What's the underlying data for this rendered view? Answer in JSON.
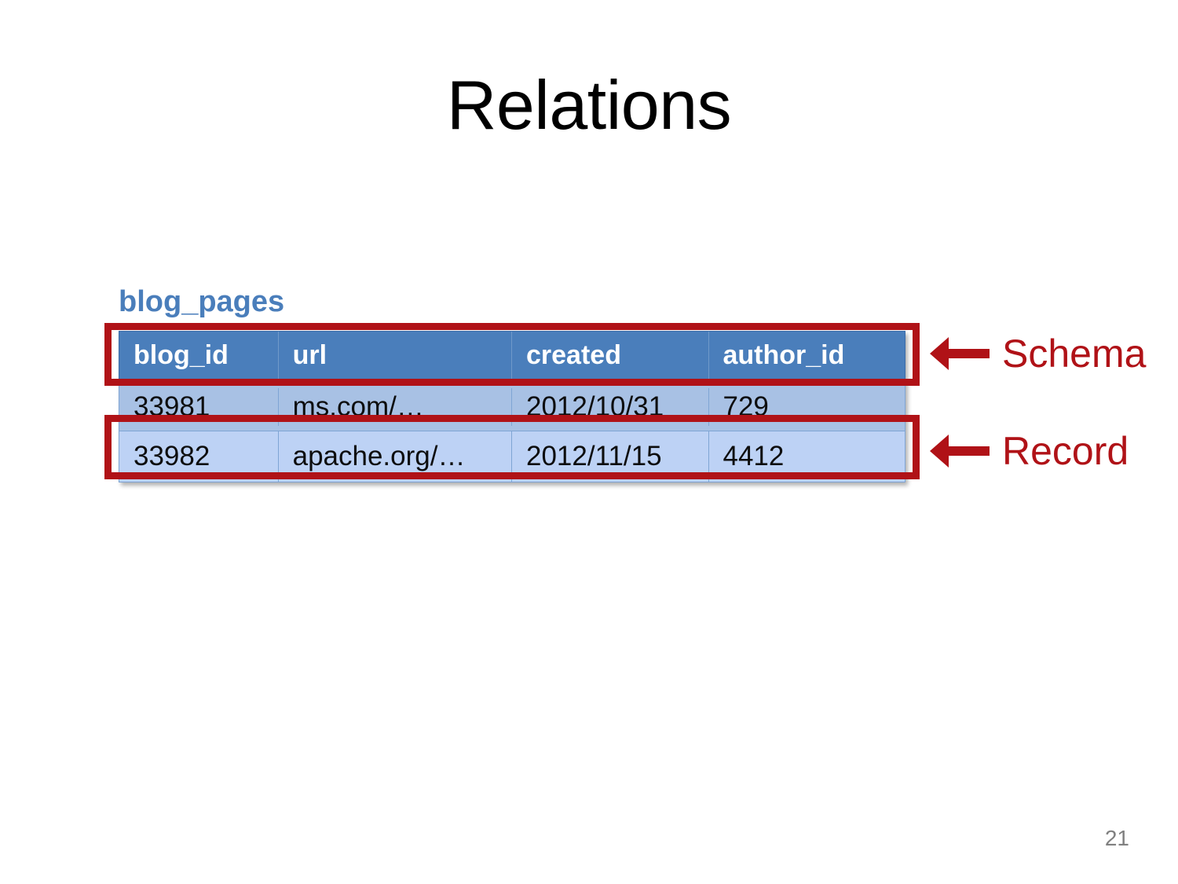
{
  "slide": {
    "title": "Relations",
    "page_number": "21"
  },
  "table": {
    "caption": "blog_pages",
    "columns": [
      "blog_id",
      "url",
      "created",
      "author_id"
    ],
    "rows": [
      [
        "33981",
        "ms.com/…",
        "2012/10/31",
        "729"
      ],
      [
        "33982",
        "apache.org/…",
        "2012/11/15",
        "4412"
      ]
    ]
  },
  "annotations": [
    {
      "label": "Schema",
      "icon": "left-arrow-icon",
      "target": "header-row"
    },
    {
      "label": "Record",
      "icon": "left-arrow-icon",
      "target": "second-data-row"
    }
  ],
  "colors": {
    "header_blue": "#4a7ebb",
    "row_blue_1": "#a8c1e4",
    "row_blue_2": "#bdd2f5",
    "annotation_red": "#b01217",
    "caption_blue": "#4a7ebb",
    "page_number_gray": "#808080",
    "title_black": "#000000"
  }
}
